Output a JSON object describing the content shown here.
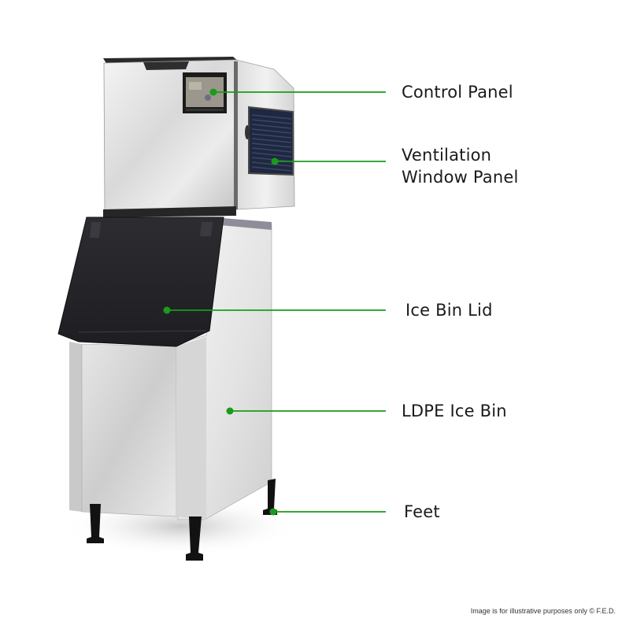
{
  "product": {
    "name": "Ice maker with ice bin",
    "colors": {
      "steel_light": "#f2f2f2",
      "steel_mid": "#cfcfcf",
      "steel_dark": "#a9a9a9",
      "lid": "#2a2a2f",
      "vent": "#1f2840",
      "feet": "#111111"
    }
  },
  "callouts": {
    "accent_color": "#1a9c1a",
    "items": [
      {
        "id": "control-panel",
        "label": "Control Panel",
        "label_lines": [
          "Control Panel"
        ],
        "dot": [
          271,
          117
        ],
        "line_end": 490
      },
      {
        "id": "ventilation-window-panel",
        "label": "Ventilation Window Panel",
        "label_lines": [
          "Ventilation",
          "Window Panel"
        ],
        "dot": [
          349,
          205
        ],
        "line_end": 490
      },
      {
        "id": "ice-bin-lid",
        "label": "Ice Bin Lid",
        "label_lines": [
          "Ice Bin Lid"
        ],
        "dot": [
          212,
          394
        ],
        "line_end": 490
      },
      {
        "id": "ldpe-ice-bin",
        "label": "LDPE Ice Bin",
        "label_lines": [
          "LDPE Ice Bin"
        ],
        "dot": [
          292,
          522
        ],
        "line_end": 490
      },
      {
        "id": "feet",
        "label": "Feet",
        "label_lines": [
          "Feet"
        ],
        "dot": [
          347,
          650
        ],
        "line_end": 490
      }
    ]
  },
  "footnote": "Image is for illustrative purposes only © F.E.D."
}
